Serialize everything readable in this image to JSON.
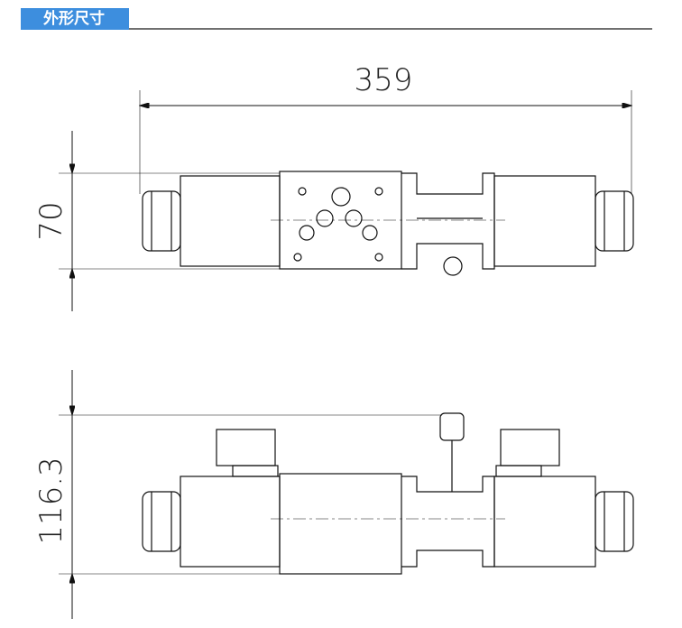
{
  "header": {
    "title": "外形尺寸"
  },
  "dimensions": {
    "length": "359",
    "width": "70",
    "height": "116.3"
  }
}
